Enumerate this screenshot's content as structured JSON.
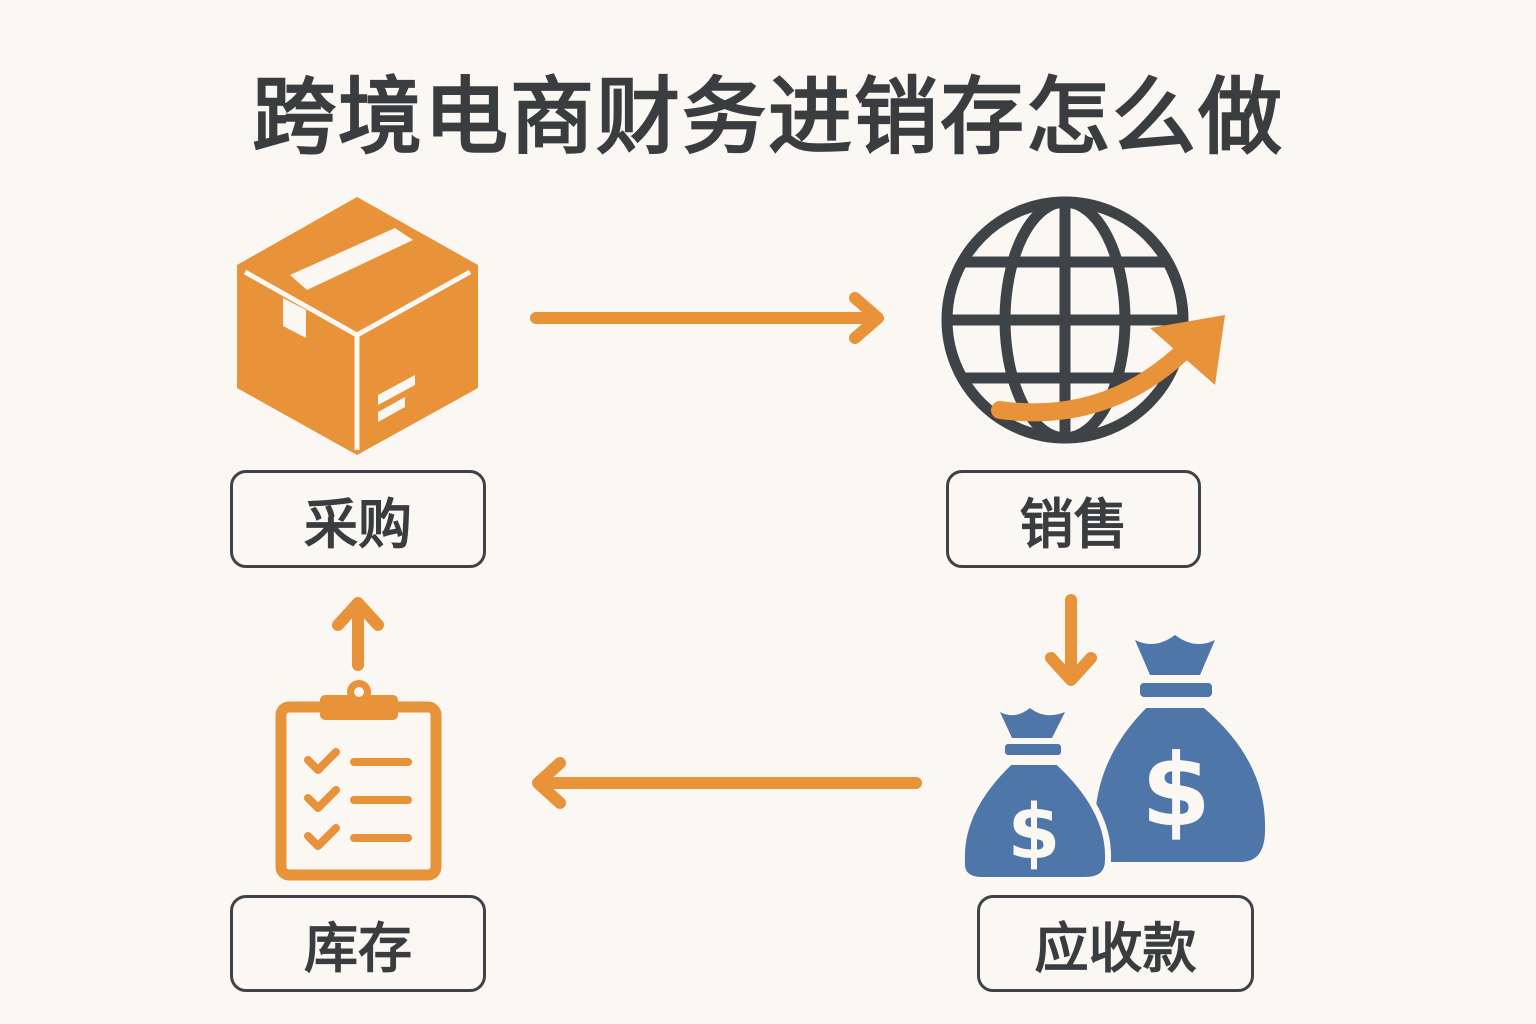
{
  "title": "跨境电商财务进销存怎么做",
  "nodes": {
    "purchase": {
      "label": "采购",
      "icon": "box-icon"
    },
    "sales": {
      "label": "销售",
      "icon": "globe-icon"
    },
    "receivables": {
      "label": "应收款",
      "icon": "money-bags-icon"
    },
    "inventory": {
      "label": "库存",
      "icon": "clipboard-icon"
    }
  },
  "colors": {
    "orange": "#e8923a",
    "dark": "#3d4347",
    "blue": "#4f76a8",
    "background": "#fbf8f3"
  }
}
